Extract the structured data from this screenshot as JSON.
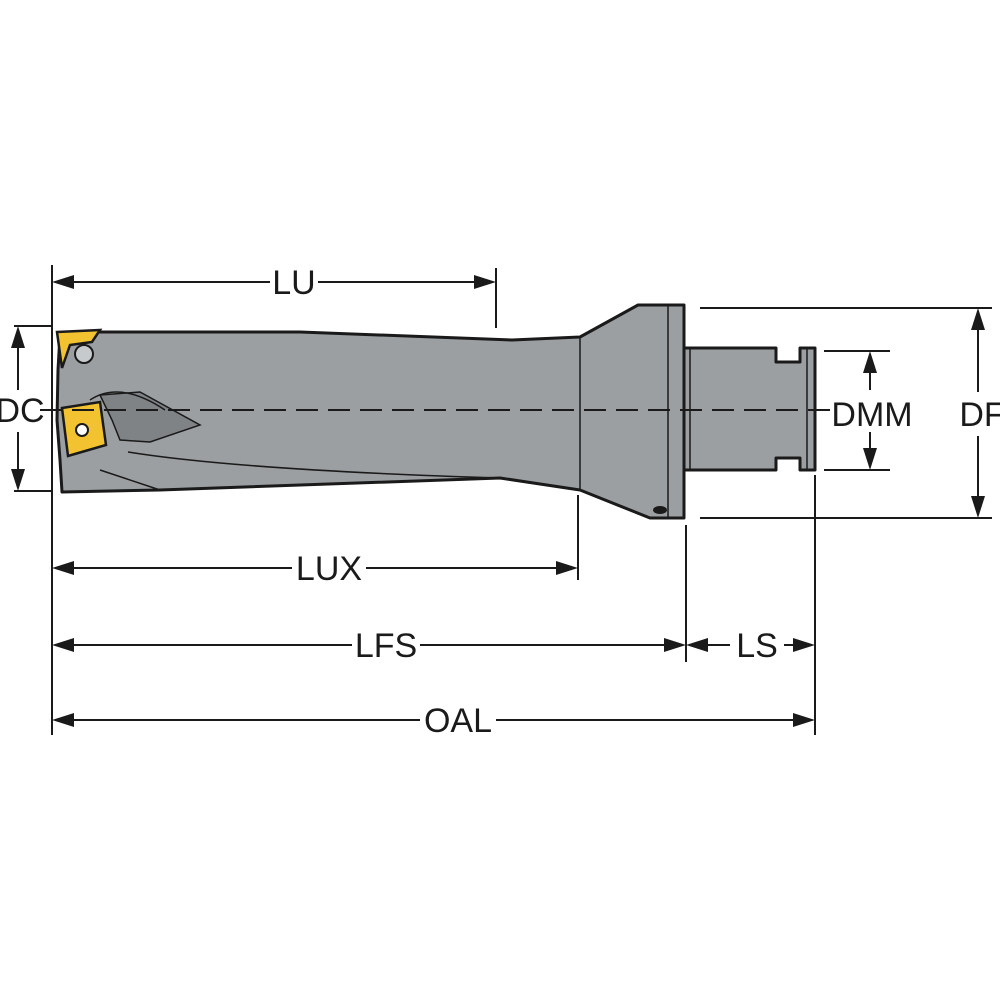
{
  "dimensions": {
    "LU": "LU",
    "DC": "DC",
    "DMM": "DMM",
    "DF": "DF",
    "LUX": "LUX",
    "LFS": "LFS",
    "LS": "LS",
    "OAL": "OAL"
  },
  "colors": {
    "body": "#9b9fa2",
    "body_dark": "#808487",
    "insert": "#f2c230",
    "line": "#1a1a1a"
  }
}
